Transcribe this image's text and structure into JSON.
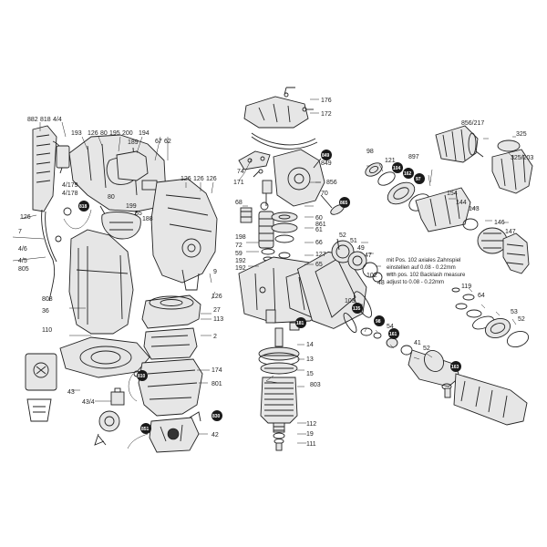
{
  "labels": {
    "l_882": "882",
    "l_818": "818",
    "l_4_4": "4/4",
    "l_193": "193",
    "l_126a": "126",
    "l_80a": "80",
    "l_195": "195",
    "l_200": "200",
    "l_194": "194",
    "l_6767": "67",
    "l_62": "62",
    "l_189": "189",
    "l_4_179": "4/179",
    "l_4_178": "4/178",
    "l_80b": "80",
    "l_199": "199",
    "l_55": "55",
    "l_188": "188",
    "l_126b": "126",
    "l_126c": "126",
    "l_126d": "126",
    "l_126e": "126",
    "l_7": "7",
    "l_4_6": "4/6",
    "l_4_5": "4/5",
    "l_805": "805",
    "l_808": "808",
    "l_36": "36",
    "l_110": "110",
    "l_43": "43",
    "l_43_4": "43/4",
    "l_9": "9",
    "l_126f": "126",
    "l_27": "27",
    "l_113": "113",
    "l_2": "2",
    "l_174": "174",
    "l_801": "801",
    "l_42": "42",
    "l_176": "176",
    "l_172": "172",
    "l_74": "74",
    "l_171": "171",
    "l_849": "849",
    "l_856": "856",
    "l_70": "70",
    "l_68": "68",
    "l_60": "60",
    "l_861": "861",
    "l_61": "61",
    "l_198": "198",
    "l_72": "72",
    "l_66": "66",
    "l_59": "59",
    "l_127": "127",
    "l_192": "192",
    "l_65": "65",
    "l_192b": "192",
    "l_52a": "52",
    "l_51": "51",
    "l_49": "49",
    "l_47": "47",
    "l_102": "102",
    "l_48": "48",
    "l_103": "103",
    "l_14": "14",
    "l_13": "13",
    "l_15": "15",
    "l_803": "803",
    "l_112": "112",
    "l_19": "19",
    "l_111": "111",
    "l_98": "98",
    "l_121": "121",
    "l_897": "897",
    "l_856_217": "856/217",
    "l_325": "325",
    "l_325_203": "325/203",
    "l_154": "154",
    "l_144": "144",
    "l_143": "143",
    "l_146": "146",
    "l_147": "147",
    "l_119": "119",
    "l_64": "64",
    "l_53": "53",
    "l_52b": "52",
    "l_54": "54",
    "l_41": "41",
    "l_52c": "52"
  },
  "note": {
    "line1": "mit Pos. 102 axiales Zahnspiel",
    "line2": "einstellen auf 0.08 - 0.22mm",
    "line3": "with pos. 102 Backlash measure",
    "line4": "adjust to 0.08 - 0.22mm"
  },
  "badges": {
    "b_849": "849",
    "b_865": "865",
    "b_818": "818",
    "b_810": "810",
    "b_830": "830",
    "b_851": "851",
    "b_181": "181",
    "b_104": "104",
    "b_162": "162",
    "b_97": "97",
    "b_135": "135",
    "b_98": "98",
    "b_96": "96",
    "b_161": "161",
    "b_163": "163"
  }
}
